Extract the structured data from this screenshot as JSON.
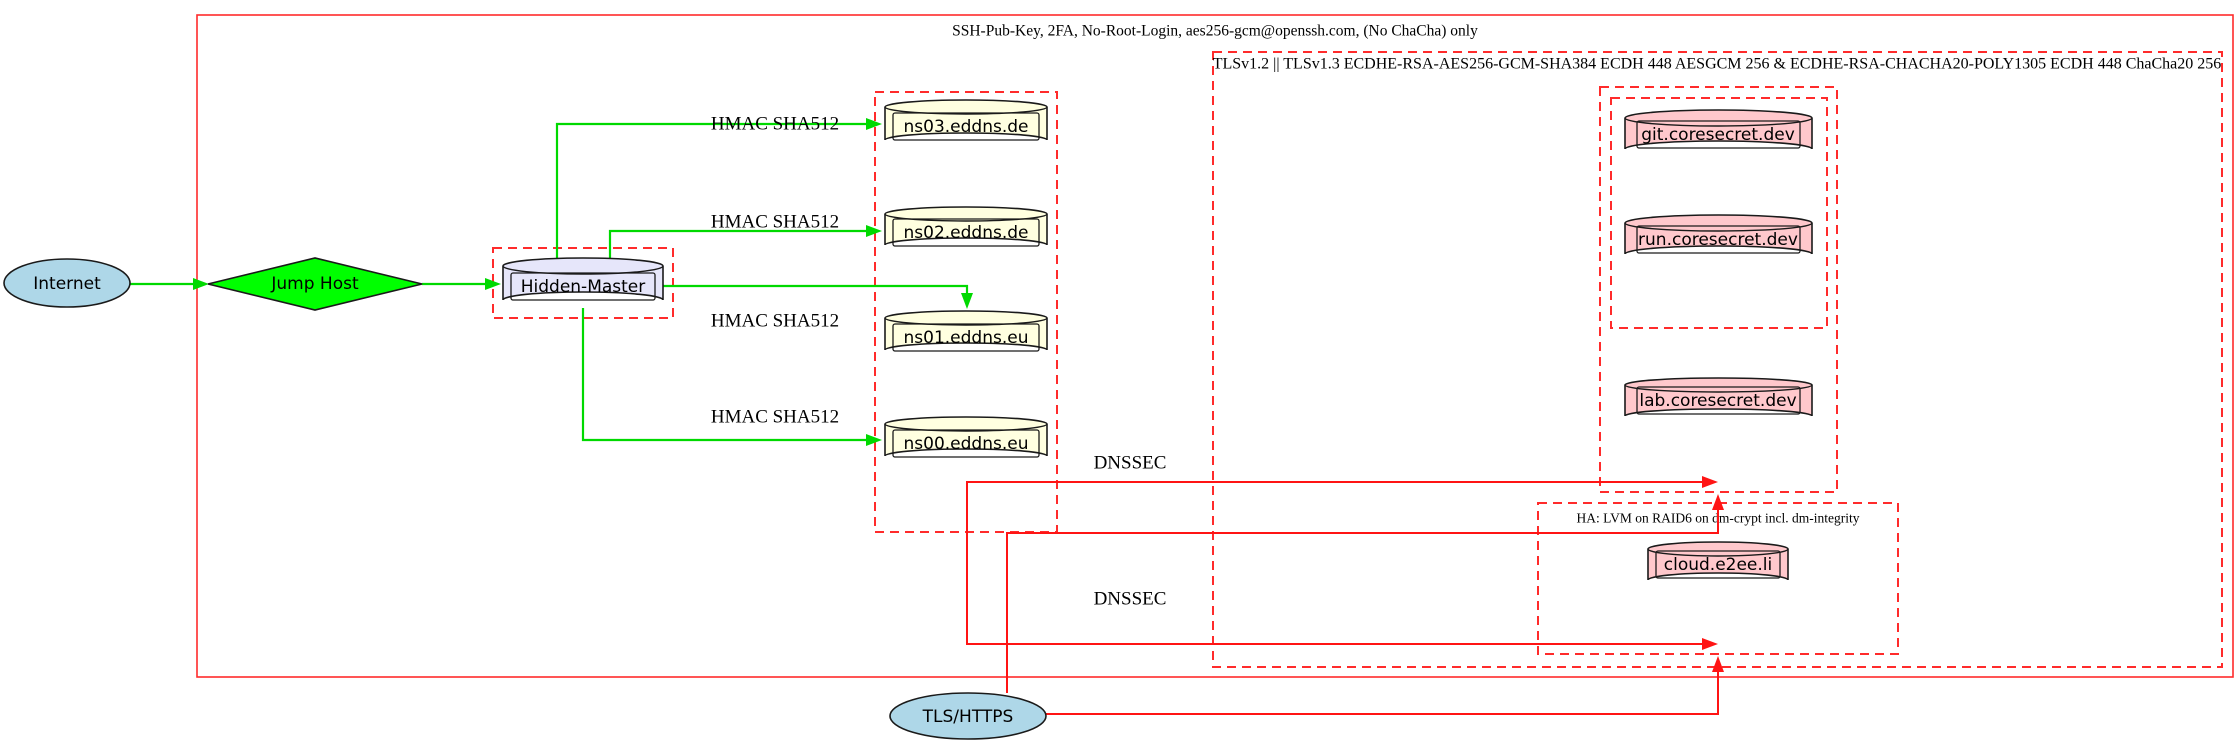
{
  "clusters": {
    "ssh": {
      "label": "SSH-Pub-Key, 2FA, No-Root-Login, aes256-gcm@openssh.com, (No ChaCha) only"
    },
    "tls": {
      "label": "TLSv1.2 || TLSv1.3 ECDHE-RSA-AES256-GCM-SHA384 ECDH 448 AESGCM 256 & ECDHE-RSA-CHACHA20-POLY1305 ECDH 448 ChaCha20 256"
    },
    "ha": {
      "label": "HA: LVM on RAID6 on dm-crypt incl. dm-integrity"
    }
  },
  "nodes": {
    "internet": {
      "label": "Internet"
    },
    "jump_host": {
      "label": "Jump Host"
    },
    "hidden_master": {
      "label": "Hidden-Master"
    },
    "ns03": {
      "label": "ns03.eddns.de"
    },
    "ns02": {
      "label": "ns02.eddns.de"
    },
    "ns01": {
      "label": "ns01.eddns.eu"
    },
    "ns00": {
      "label": "ns00.eddns.eu"
    },
    "git": {
      "label": "git.coresecret.dev"
    },
    "run": {
      "label": "run.coresecret.dev"
    },
    "lab": {
      "label": "lab.coresecret.dev"
    },
    "cloud": {
      "label": "cloud.e2ee.li"
    },
    "tls_https": {
      "label": "TLS/HTTPS"
    }
  },
  "edge_labels": {
    "hmac_ns03": "HMAC SHA512",
    "hmac_ns02": "HMAC SHA512",
    "hmac_ns01": "HMAC SHA512",
    "hmac_ns00": "HMAC SHA512",
    "dnssec_upper": "DNSSEC",
    "dnssec_lower": "DNSSEC"
  },
  "colors": {
    "edge_green": "#00d900",
    "edge_red": "#ff1414",
    "border_red": "#ff2b2b",
    "node_blue": "#aed7e8",
    "node_green": "#00ff00",
    "node_lavender": "#e6e6fa",
    "node_yellow": "#ffffe0",
    "node_pink": "#ffc8cc"
  }
}
